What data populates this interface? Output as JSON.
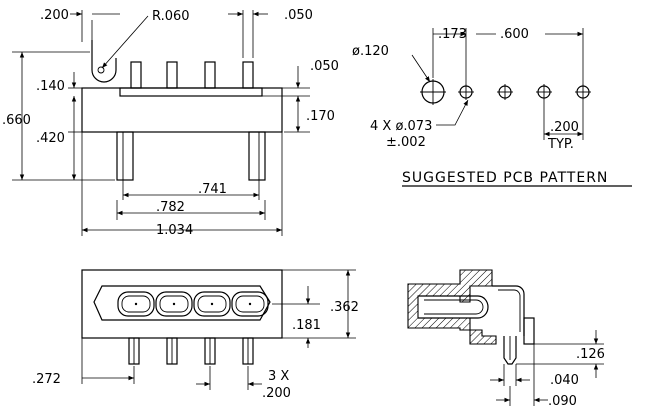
{
  "front_view": {
    "dims": {
      "d200": ".200",
      "r060": "R.060",
      "d050_top": ".050",
      "d050_side": ".050",
      "d140": ".140",
      "d660": ".660",
      "d420": ".420",
      "d170": ".170",
      "d741": ".741",
      "d782": ".782",
      "d1034": "1.034"
    }
  },
  "pcb_pattern": {
    "dims": {
      "dia120": "ø.120",
      "d173": ".173",
      "d600": ".600",
      "holes_note_1": "4 X ø.073",
      "holes_note_2": "±.002",
      "d200": ".200",
      "typ": "TYP."
    },
    "title": "SUGGESTED PCB PATTERN"
  },
  "top_view": {
    "dims": {
      "d362": ".362",
      "d181": ".181",
      "d272": ".272",
      "pitch_1": "3 X",
      "pitch_2": ".200"
    }
  },
  "side_view": {
    "dims": {
      "d126": ".126",
      "d040": ".040",
      "d090": ".090"
    }
  }
}
